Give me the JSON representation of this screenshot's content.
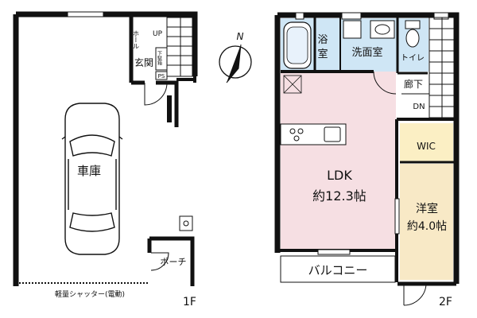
{
  "floor1": {
    "garage": "車庫",
    "hall": "ホール",
    "up": "UP",
    "entrance": "玄関",
    "shoe_box": "下駄箱",
    "ps": "PS",
    "porch": "ポーチ",
    "shutter": "軽量シャッター(電動)",
    "floor_label": "1F"
  },
  "floor2": {
    "bath_1": "浴",
    "bath_2": "室",
    "washroom": "洗面室",
    "toilet": "トイレ",
    "corridor": "廊下",
    "dn": "DN",
    "wic": "WIC",
    "ldk": "LDK",
    "ldk_size": "約12.3帖",
    "western_room": "洋室",
    "western_size": "約4.0帖",
    "balcony": "バルコニー",
    "floor_label": "2F"
  },
  "compass": {
    "north": "N"
  },
  "colors": {
    "wall": "#111111",
    "bath_fill": "#cfe6f5",
    "ldk_fill": "#f6dfe3",
    "wic_fill": "#fbefc4",
    "western_fill": "#f8e9c6"
  }
}
